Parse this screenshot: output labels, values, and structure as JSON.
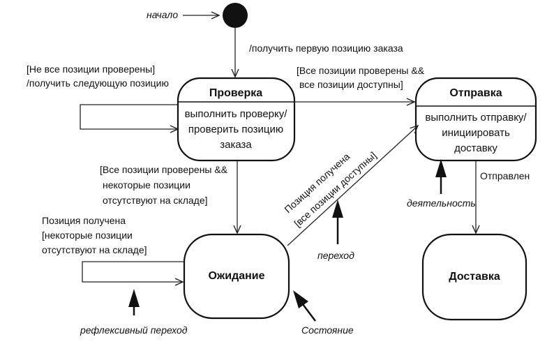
{
  "initial": {
    "label": "начало"
  },
  "states": {
    "check": {
      "title": "Проверка",
      "activity": [
        "выполнить проверку/",
        "проверить позицию",
        "заказа"
      ]
    },
    "dispatch": {
      "title": "Отправка",
      "activity": [
        "выполнить отправку/",
        "инициировать",
        "доставку"
      ]
    },
    "waiting": {
      "title": "Ожидание"
    },
    "delivered": {
      "title": "Доставка"
    }
  },
  "transitions": {
    "start_to_check": "/получить первую позицию заказа",
    "check_self": [
      "[Не все позиции проверены]",
      "/получить следующую позицию"
    ],
    "check_to_dispatch": [
      "[Все позиции проверены &&",
      "все позиции доступны]"
    ],
    "check_to_waiting": [
      "[Все позиции проверены &&",
      "некоторые позиции",
      "отсутствуют на складе]"
    ],
    "waiting_self": [
      "Позиция получена",
      "[некоторые позиции",
      "отсутствуют на складе]"
    ],
    "waiting_to_dispatch": [
      "Позиция получена",
      "[все позиции доступны]"
    ],
    "dispatch_to_delivered": "Отправлен"
  },
  "annotations": {
    "activity": "деятельность",
    "transition": "переход",
    "self_transition": "рефлексивный переход",
    "state": "Состояние"
  }
}
